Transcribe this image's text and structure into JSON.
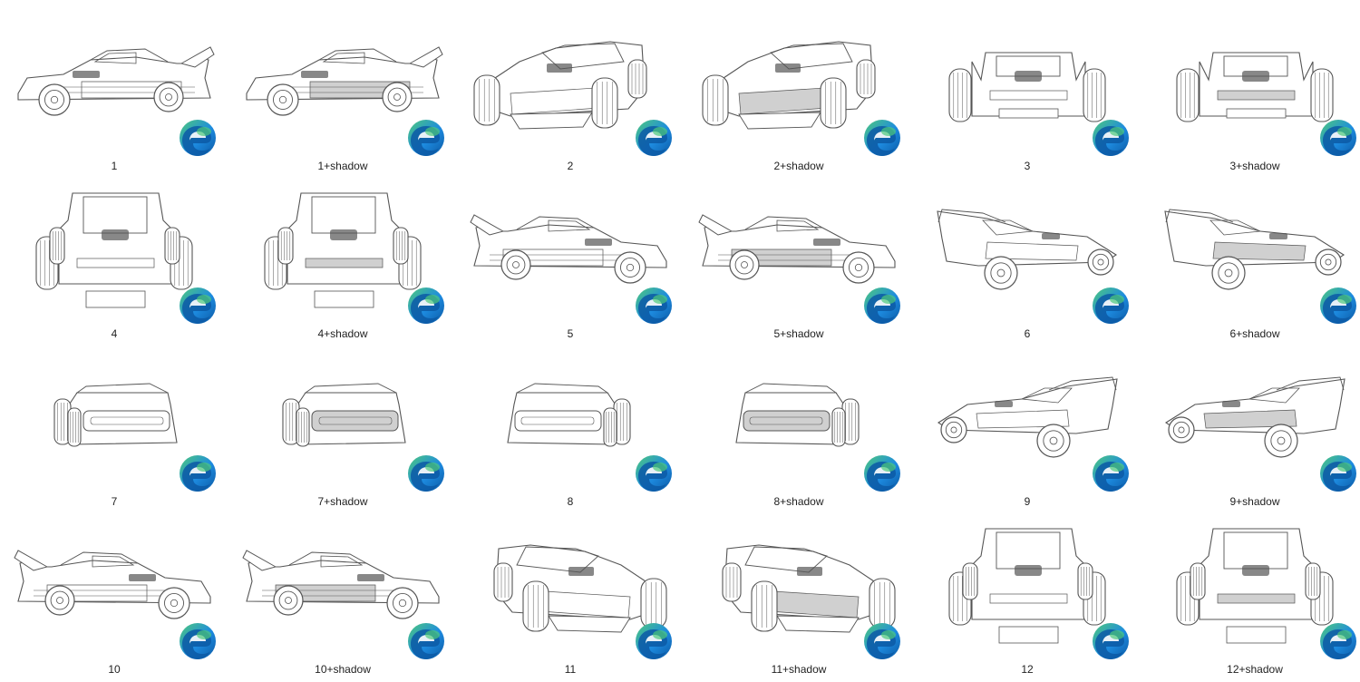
{
  "window": {
    "view": "large icons"
  },
  "files": [
    {
      "label": "1",
      "view": "side-left",
      "shadow": false,
      "icon": "edge-icon"
    },
    {
      "label": "1+shadow",
      "view": "side-left",
      "shadow": true,
      "icon": "edge-icon"
    },
    {
      "label": "2",
      "view": "front-3q-left",
      "shadow": false,
      "icon": "edge-icon"
    },
    {
      "label": "2+shadow",
      "view": "front-3q-left",
      "shadow": true,
      "icon": "edge-icon"
    },
    {
      "label": "3",
      "view": "front",
      "shadow": false,
      "icon": "edge-icon"
    },
    {
      "label": "3+shadow",
      "view": "front",
      "shadow": true,
      "icon": "edge-icon"
    },
    {
      "label": "4",
      "view": "front-high",
      "shadow": false,
      "icon": "edge-icon"
    },
    {
      "label": "4+shadow",
      "view": "front-high",
      "shadow": true,
      "icon": "edge-icon"
    },
    {
      "label": "5",
      "view": "side-right",
      "shadow": false,
      "icon": "edge-icon"
    },
    {
      "label": "5+shadow",
      "view": "side-right",
      "shadow": true,
      "icon": "edge-icon"
    },
    {
      "label": "6",
      "view": "rear-3q-right",
      "shadow": false,
      "icon": "edge-icon"
    },
    {
      "label": "6+shadow",
      "view": "rear-3q-right",
      "shadow": true,
      "icon": "edge-icon"
    },
    {
      "label": "7",
      "view": "rear-left",
      "shadow": false,
      "icon": "edge-icon"
    },
    {
      "label": "7+shadow",
      "view": "rear-left",
      "shadow": true,
      "icon": "edge-icon"
    },
    {
      "label": "8",
      "view": "rear-right",
      "shadow": false,
      "icon": "edge-icon"
    },
    {
      "label": "8+shadow",
      "view": "rear-right",
      "shadow": true,
      "icon": "edge-icon"
    },
    {
      "label": "9",
      "view": "rear-3q-left",
      "shadow": false,
      "icon": "edge-icon"
    },
    {
      "label": "9+shadow",
      "view": "rear-3q-left",
      "shadow": true,
      "icon": "edge-icon"
    },
    {
      "label": "10",
      "view": "side-left-flip",
      "shadow": false,
      "icon": "edge-icon"
    },
    {
      "label": "10+shadow",
      "view": "side-left-flip",
      "shadow": true,
      "icon": "edge-icon"
    },
    {
      "label": "11",
      "view": "front-3q-right",
      "shadow": false,
      "icon": "edge-icon"
    },
    {
      "label": "11+shadow",
      "view": "front-3q-right",
      "shadow": true,
      "icon": "edge-icon"
    },
    {
      "label": "12",
      "view": "front-high-3q",
      "shadow": false,
      "icon": "edge-icon"
    },
    {
      "label": "12+shadow",
      "view": "front-high-3q",
      "shadow": true,
      "icon": "edge-icon"
    }
  ],
  "colors": {
    "line": "#555555",
    "shadow_fill": "#d0d0d0",
    "edge_blue_dark": "#0c59a4",
    "edge_blue": "#1d8be0",
    "edge_green": "#4fca7a"
  }
}
